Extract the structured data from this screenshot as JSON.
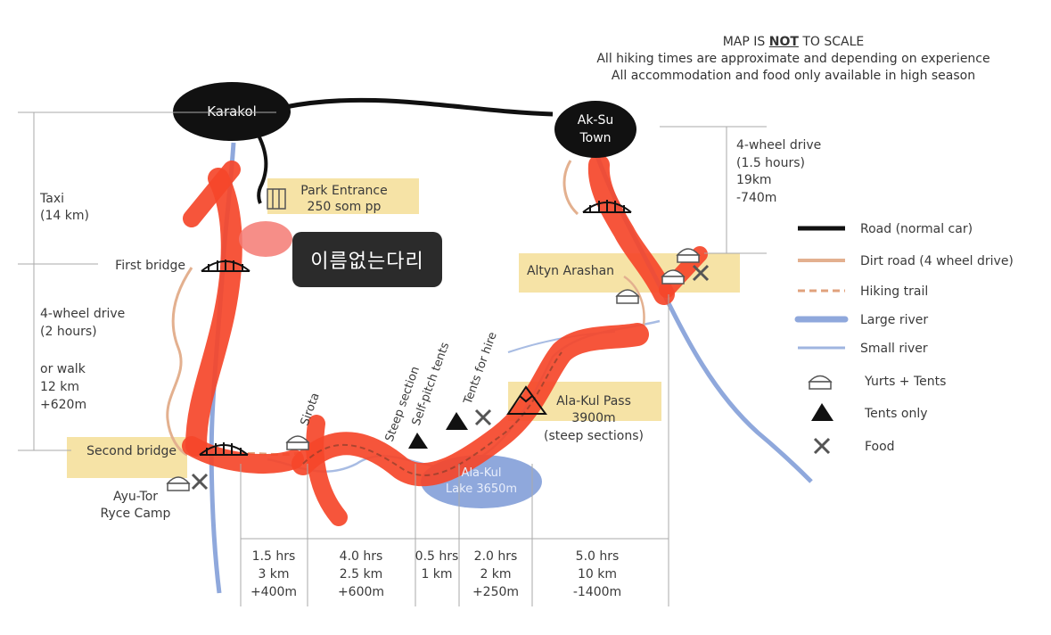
{
  "header": {
    "line1_a": "MAP IS ",
    "line1_b": "NOT",
    "line1_c": " TO SCALE",
    "line2": "All hiking times are approximate and depending on experience",
    "line3": "All accommodation and food only available in high season"
  },
  "places": {
    "karakol": "Karakol",
    "aksu_1": "Ak-Su",
    "aksu_2": "Town",
    "park_entrance_1": "Park Entrance",
    "park_entrance_2": "250 som pp",
    "first_bridge": "First bridge",
    "second_bridge": "Second bridge",
    "ayu_tor_1": "Ayu-Tor",
    "ayu_tor_2": "Ryce Camp",
    "altyn_arashan": "Altyn Arashan",
    "sirota": "Sirota",
    "steep_section": "Steep section",
    "self_pitch": "Self-pitch tents",
    "tents_hire": "Tents for hire",
    "pass_1": "Ala-Kul Pass",
    "pass_2": "3900m",
    "pass_3": "(steep sections)",
    "lake_1": "Ala-Kul",
    "lake_2": "Lake 3650m"
  },
  "left_scale": {
    "taxi_1": "Taxi",
    "taxi_2": "(14 km)",
    "wd_1": "4-wheel drive",
    "wd_2": "(2 hours)",
    "wd_3": "or walk",
    "wd_4": "12 km",
    "wd_5": "+620m"
  },
  "right_scale": {
    "l1": "4-wheel drive",
    "l2": "(1.5 hours)",
    "l3": "19km",
    "l4": "-740m"
  },
  "segments": [
    {
      "time": "1.5 hrs",
      "dist": "3 km",
      "elev": "+400m"
    },
    {
      "time": "4.0 hrs",
      "dist": "2.5 km",
      "elev": "+600m"
    },
    {
      "time": "0.5 hrs",
      "dist": "1 km",
      "elev": ""
    },
    {
      "time": "2.0 hrs",
      "dist": "2 km",
      "elev": "+250m"
    },
    {
      "time": "5.0 hrs",
      "dist": "10 km",
      "elev": "-1400m"
    }
  ],
  "legend": {
    "road": "Road (normal car)",
    "dirt": "Dirt road (4 wheel drive)",
    "hiking": "Hiking trail",
    "large_river": "Large river",
    "small_river": "Small river",
    "yurts": "Yurts + Tents",
    "tents": "Tents only",
    "food": "Food"
  },
  "tooltip": "이름없는다리",
  "colors": {
    "road": "#111111",
    "dirt": "#e3b08f",
    "hiking": "#e0a27c",
    "large_river": "#8fa8dc",
    "small_river": "#9fb5e0",
    "highlight": "#f5472a",
    "label_bg": "#f6e3a6",
    "tooltip_bg": "#2b2b2b"
  }
}
